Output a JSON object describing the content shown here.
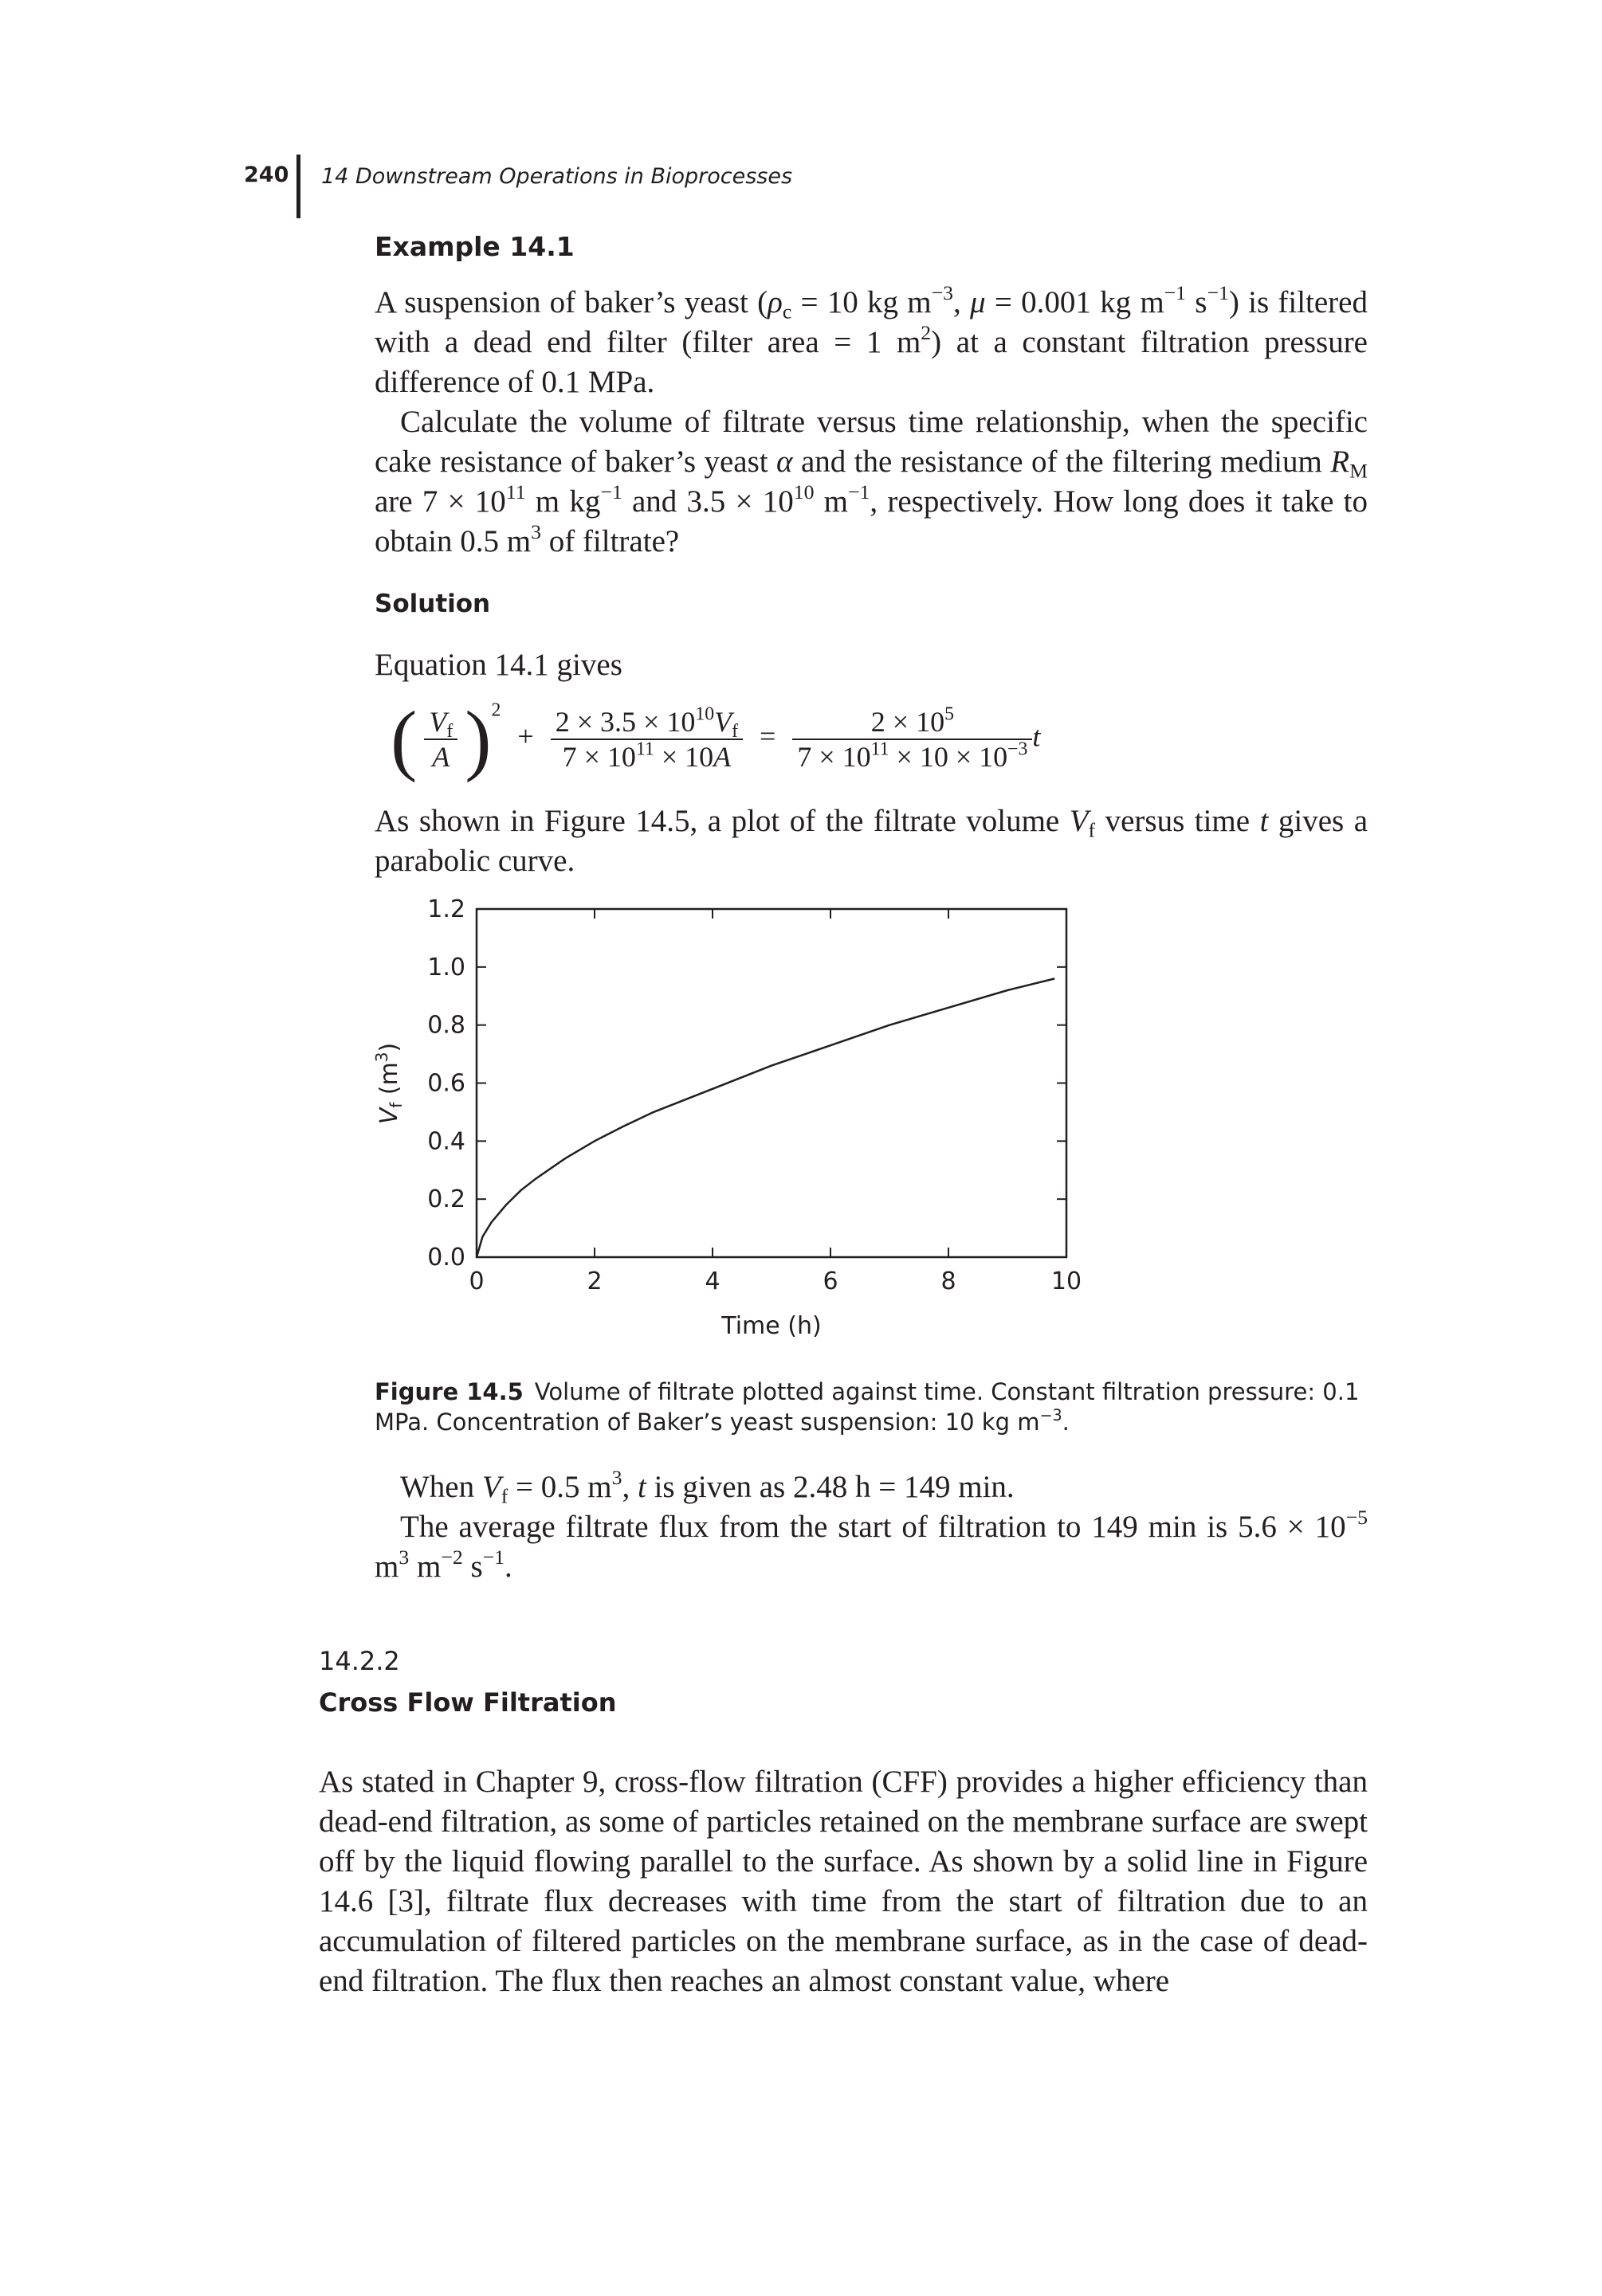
{
  "header": {
    "page_number": "240",
    "running_head": "14  Downstream Operations in Bioprocesses"
  },
  "example": {
    "title": "Example 14.1",
    "para1": {
      "t1": "A suspension of baker’s yeast (",
      "rho": "ρ",
      "rho_sub": "c",
      "t2": " = 10 kg m",
      "exp1": "−3",
      "t3": ", ",
      "mu": "μ",
      "t4": " = 0.001 kg m",
      "exp2": "−1",
      "t5": " s",
      "exp3": "−1",
      "t6": ") is filtered with a dead end filter (filter area = 1 m",
      "exp4": "2",
      "t7": ") at a constant filtration pressure difference of 0.1 MPa."
    },
    "para2": {
      "t1": "Calculate the volume of filtrate versus time relationship, when the specific cake resistance of baker’s yeast ",
      "alpha": "α",
      "t2": " and the resistance of the filtering medium ",
      "R": "R",
      "R_sub": "M",
      "t3": " are 7 × 10",
      "exp1": "11",
      "t4": " m kg",
      "exp2": "−1",
      "t5": " and 3.5 × 10",
      "exp3": "10",
      "t6": " m",
      "exp4": "−1",
      "t7": ", respectively. How long does it take to obtain 0.5 m",
      "exp5": "3",
      "t8": " of filtrate?"
    }
  },
  "solution": {
    "heading": "Solution",
    "intro": "Equation 14.1 gives",
    "equation": {
      "frac1_num_V": "V",
      "frac1_num_sub": "f",
      "frac1_den": "A",
      "square": "2",
      "plus": "+",
      "frac2_num_a": "2 × 3.5 × 10",
      "frac2_num_exp": "10",
      "frac2_num_V": "V",
      "frac2_num_sub": "f",
      "frac2_den_a": "7 × 10",
      "frac2_den_exp": "11",
      "frac2_den_b": " × 10",
      "frac2_den_A": "A",
      "equals": "=",
      "frac3_num_a": "2 × 10",
      "frac3_num_exp": "5",
      "frac3_den_a": "7 × 10",
      "frac3_den_exp1": "11",
      "frac3_den_b": " × 10 × 10",
      "frac3_den_exp2": "−3",
      "t": "t"
    },
    "after": {
      "t1": "As shown in Figure 14.5, a plot of the filtrate volume ",
      "V": "V",
      "V_sub": "f",
      "t2": " versus time ",
      "t": "t",
      "t3": " gives a parabolic curve."
    }
  },
  "chart_data": {
    "type": "line",
    "xlabel": "Time (h)",
    "ylabel_main": "V",
    "ylabel_sub": "f",
    "ylabel_unit": " (m",
    "ylabel_exp": "3",
    "ylabel_close": ")",
    "xlim": [
      0,
      10
    ],
    "ylim": [
      0,
      1.2
    ],
    "xticks": [
      0,
      2,
      4,
      6,
      8,
      10
    ],
    "xtick_labels": [
      "0",
      "2",
      "4",
      "6",
      "8",
      "10"
    ],
    "yticks": [
      0,
      0.2,
      0.4,
      0.6,
      0.8,
      1.0,
      1.2
    ],
    "ytick_labels": [
      "0.0",
      "0.2",
      "0.4",
      "0.6",
      "0.8",
      "1.0",
      "1.2"
    ],
    "grid": false,
    "series": [
      {
        "x": [
          0.0,
          0.1,
          0.25,
          0.5,
          0.75,
          1.0,
          1.5,
          2.0,
          2.48,
          3.0,
          4.0,
          5.0,
          6.0,
          7.0,
          8.0,
          9.0,
          9.8
        ],
        "values": [
          0.0,
          0.07,
          0.12,
          0.18,
          0.23,
          0.27,
          0.34,
          0.4,
          0.45,
          0.5,
          0.58,
          0.66,
          0.73,
          0.8,
          0.86,
          0.92,
          0.96
        ]
      }
    ],
    "colors": {
      "line": "#231f20",
      "axes": "#231f20"
    }
  },
  "figure": {
    "label": "Figure 14.5",
    "caption_t1": "Volume of filtrate plotted against time. Constant filtration pressure: 0.1 MPa. Concentration of Baker’s yeast suspension: 10 kg m",
    "caption_exp": "−3",
    "caption_t2": "."
  },
  "result": {
    "line1": {
      "t1": "When ",
      "V": "V",
      "V_sub": "f",
      "t2": " = 0.5 m",
      "exp": "3",
      "t3": ", ",
      "t": "t",
      "t4": " is given as 2.48 h = 149 min."
    },
    "line2": {
      "t1": "The average filtrate flux from the start of filtration to 149 min is 5.6 × 10",
      "exp1": "−5",
      "t2": " m",
      "exp2": "3",
      "t3": " m",
      "exp3": "−2",
      "t4": " s",
      "exp4": "−1",
      "t5": "."
    }
  },
  "section": {
    "number": "14.2.2",
    "title": "Cross Flow Filtration",
    "body": "As stated in Chapter 9, cross-flow filtration (CFF) provides a higher efficiency than dead-end filtration, as some of particles retained on the membrane surface are swept off by the liquid flowing parallel to the surface. As shown by a solid line in Figure 14.6 [3], filtrate flux decreases with time from the start of filtration due to an accumulation of filtered particles on the membrane surface, as in the case of dead-end filtration. The flux then reaches an almost constant value, where"
  }
}
